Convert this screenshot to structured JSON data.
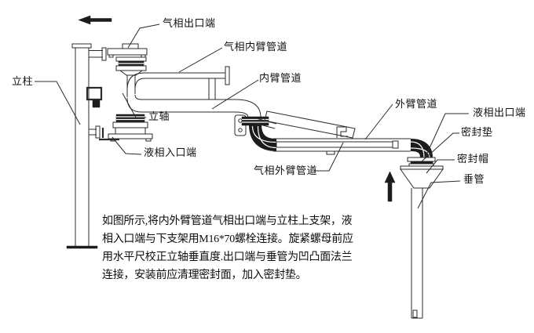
{
  "diagram": {
    "title": "loading-arm-installation-diagram",
    "labels": {
      "gas_outlet": "气相出口端",
      "gas_inner_arm_pipe": "气相内臂管道",
      "inner_arm_pipe": "内臂管道",
      "column": "立柱",
      "vertical_shaft": "立轴",
      "liquid_inlet": "液相入口端",
      "gas_outer_arm_pipe": "气相外臂管道",
      "outer_arm_pipe": "外臂管道",
      "liquid_outlet": "液相出口端",
      "seal_gasket": "密封垫",
      "seal_cap": "密封帽",
      "drop_pipe": "垂管"
    },
    "note_lines": [
      "如图所示,将内外臂管道气相出口端与立柱上支架，液",
      "相入口端与下支架用M16*70螺栓连接。旋紧螺母前应",
      "用水平尺校正立轴垂直度.出口端与垂管为凹凸面法兰",
      "连接，安装前应清理密封面，加入密封垫。"
    ],
    "colors": {
      "line": "#2b2b2b",
      "background": "#ffffff"
    }
  }
}
